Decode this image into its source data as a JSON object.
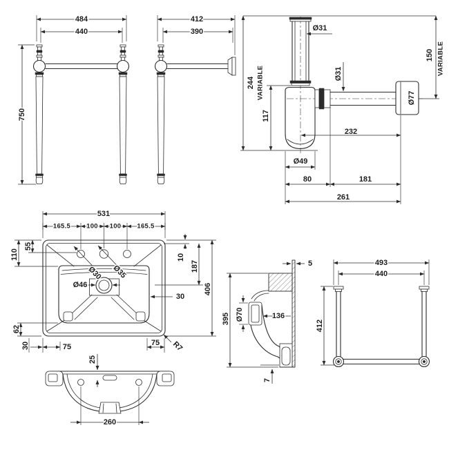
{
  "views": {
    "stand_front": {
      "dims": {
        "outer_width": "484",
        "inner_width": "440",
        "height": "750"
      }
    },
    "stand_side": {
      "dims": {
        "outer_depth": "412",
        "inner_depth": "390"
      }
    },
    "trap": {
      "dims": {
        "inlet_dia": "Ø31",
        "inlet_drop": "244",
        "inlet_variable": "VARIABLE",
        "body_drop": "117",
        "outlet_dia": "Ø31",
        "body_dia": "Ø49",
        "flange_dia": "Ø77",
        "outlet_rise": "150",
        "outlet_variable": "VARIABLE",
        "wall_reach": "232",
        "body_width": "80",
        "outlet_run": "181",
        "total_reach": "261"
      }
    },
    "basin_plan": {
      "dims": {
        "overall_width": "531",
        "seg_left": "165.5",
        "seg_mid_left": "100",
        "seg_mid_right": "100",
        "seg_right": "165.5",
        "hole_offset": "55",
        "bowl_offset": "110",
        "deck_lip": "10",
        "waste_offset": "187",
        "overall_depth": "406",
        "hole_dia_outer": "Ø30",
        "hole_dia_mid": "Ø35",
        "waste_dia": "Ø46",
        "side_gap": "30",
        "bottom_gap": "62",
        "bottom_lip": "30",
        "fix_left": "75",
        "fix_right": "75",
        "corner_radius": "R7"
      }
    },
    "basin_underside": {
      "dims": {
        "overflow_drop": "25",
        "fixing_centres": "260"
      }
    },
    "basin_section": {
      "dims": {
        "wall_gap": "5",
        "overall_height": "395",
        "overflow_dia": "Ø70",
        "bowl_depth": "136",
        "foot_lip": "7"
      }
    },
    "stand_plan": {
      "dims": {
        "outer_width": "493",
        "centres_width": "440",
        "depth": "412"
      }
    }
  }
}
